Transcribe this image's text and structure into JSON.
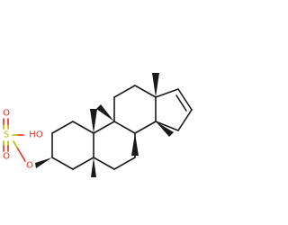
{
  "colors": {
    "carbon": "#1a1a1a",
    "oxygen": "#e03020",
    "sulfur": "#b8b800",
    "background": "#ffffff"
  },
  "atoms": {
    "hydroxyl": "HO",
    "sulfur": "S",
    "oxygen_top": "O",
    "oxygen_bottom": "O",
    "oxygen_link": "O"
  }
}
